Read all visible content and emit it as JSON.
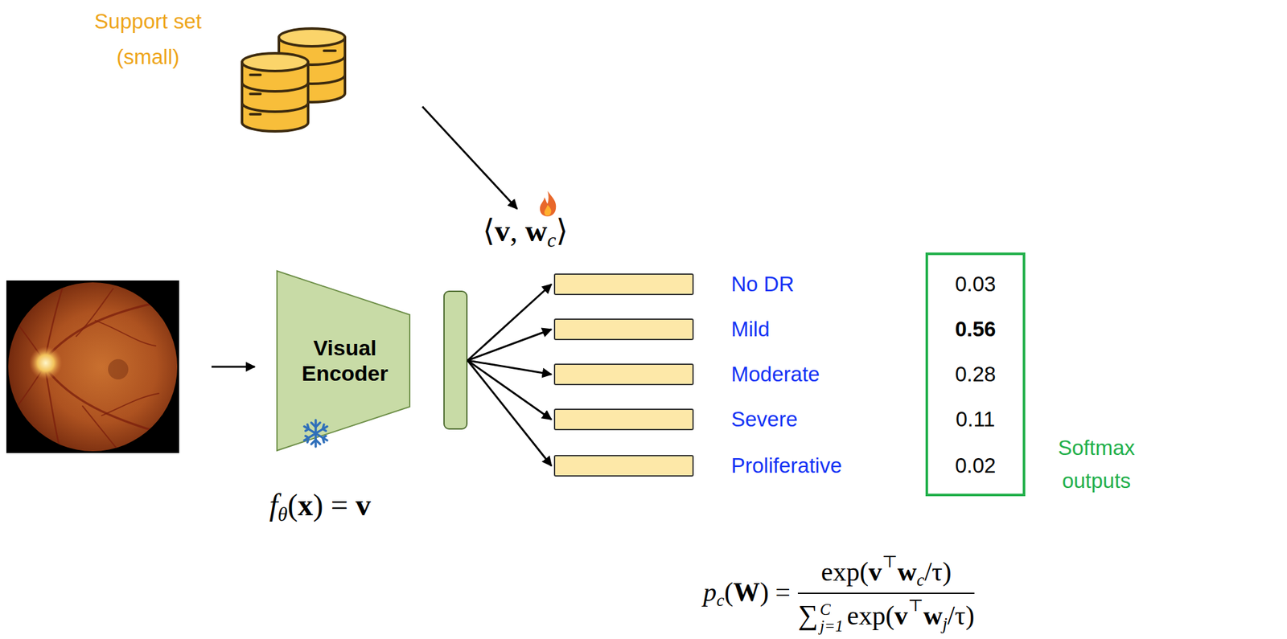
{
  "diagram": {
    "nodes": [
      {
        "text": [
          "Support set (small)"
        ]
      },
      {
        "text": [
          "Visual Encoder"
        ]
      },
      {
        "text": [
          "No DR"
        ]
      },
      {
        "text": [
          "Mild"
        ]
      },
      {
        "text": [
          "Moderate"
        ]
      },
      {
        "text": [
          "Severe"
        ]
      },
      {
        "text": [
          "Proliferative"
        ]
      },
      {
        "text": [
          "0.03",
          "0.56",
          "0.28",
          "0.11",
          "0.02",
          "Softmax outputs"
        ]
      }
    ],
    "labels": [
      "⟨",
      "v",
      ", ",
      "w",
      "c",
      "⟩",
      "f",
      "θ",
      "(",
      "x",
      ") = ",
      "v",
      "p",
      "c",
      "(",
      "W",
      ") =",
      "exp(",
      "v",
      "⊤",
      "w",
      "c",
      "/τ)",
      "∑",
      "C",
      "j=1",
      "exp(",
      "v",
      "⊤",
      "w",
      "j",
      "/τ)"
    ]
  }
}
